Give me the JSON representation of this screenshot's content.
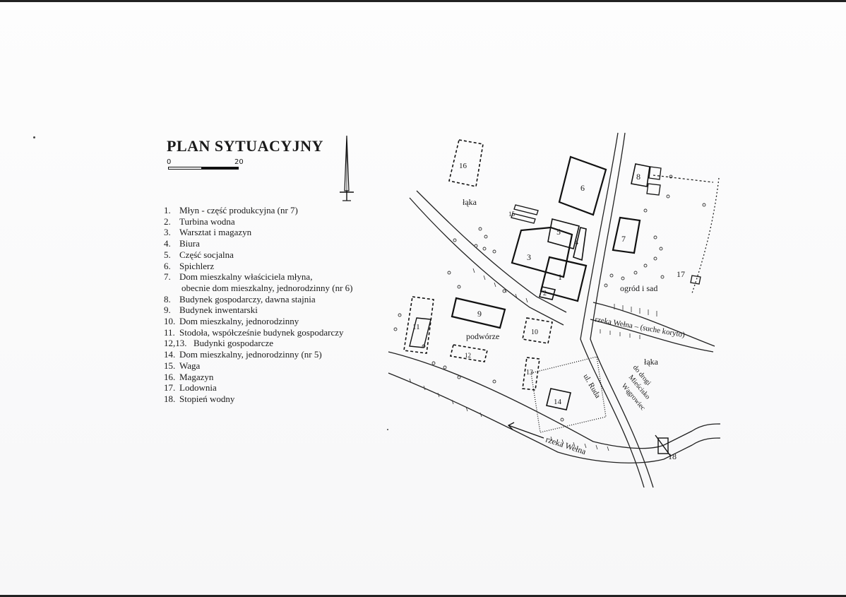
{
  "title": "PLAN SYTUACYJNY",
  "scale": {
    "start": "0",
    "end": "20"
  },
  "legend": [
    {
      "num": "1.",
      "text": "Młyn - część produkcyjna (nr 7)"
    },
    {
      "num": "2.",
      "text": "Turbina wodna"
    },
    {
      "num": "3.",
      "text": "Warsztat i magazyn"
    },
    {
      "num": "4.",
      "text": "Biura"
    },
    {
      "num": "5.",
      "text": "Część socjalna"
    },
    {
      "num": "6.",
      "text": "Spichlerz"
    },
    {
      "num": "7.",
      "text": "Dom mieszkalny właściciela młyna,"
    },
    {
      "num": "",
      "text": "obecnie dom mieszkalny, jednorodzinny (nr 6)"
    },
    {
      "num": "8.",
      "text": "Budynek gospodarczy, dawna stajnia"
    },
    {
      "num": "9.",
      "text": "Budynek inwentarski"
    },
    {
      "num": "10.",
      "text": "Dom mieszkalny, jednorodzinny"
    },
    {
      "num": "11.",
      "text": "Stodoła, współcześnie budynek gospodarczy"
    },
    {
      "num": "12,13.",
      "text": "Budynki gospodarcze"
    },
    {
      "num": "14.",
      "text": "Dom mieszkalny, jednorodzinny (nr 5)"
    },
    {
      "num": "15.",
      "text": "Waga"
    },
    {
      "num": "16.",
      "text": "Magazyn"
    },
    {
      "num": "17.",
      "text": "Lodownia"
    },
    {
      "num": "18.",
      "text": "Stopień wodny"
    }
  ],
  "map": {
    "labels": {
      "laka_top": "łąka",
      "laka_right": "łąka",
      "podworze": "podwórze",
      "ogrod": "ogród i sad",
      "rzeka_welna_top": "rzeka Wełna – (suche koryto)",
      "rzeka_welna_bottom": "rzeka Wełna",
      "ul_ruda": "ul. Ruda",
      "do_drogi_1": "do drogi",
      "do_drogi_2": "Mieścisko",
      "do_drogi_3": "Wągrowiec"
    },
    "numbers": {
      "n1": "1",
      "n2": "2",
      "n3": "3",
      "n4": "4",
      "n5": "5",
      "n6": "6",
      "n7": "7",
      "n8": "8",
      "n9": "9",
      "n10": "10",
      "n11": "11",
      "n12": "12",
      "n13": "13",
      "n14": "14",
      "n15": "15",
      "n16": "16",
      "n17": "17",
      "n18": "18"
    }
  }
}
